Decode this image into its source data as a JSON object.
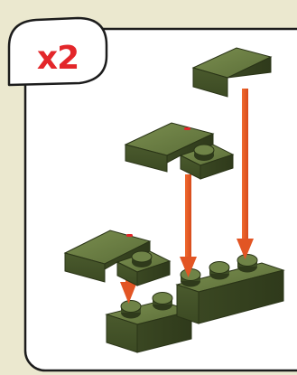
{
  "callout": {
    "multiplier_label": "x2"
  },
  "colors": {
    "page_background": "#ebe8cf",
    "panel_fill": "#ffffff",
    "panel_border": "#1c1c1c",
    "badge_text": "#e3262a",
    "brick_green": "#4e5f31",
    "brick_green_light": "#6f8347",
    "brick_green_dark": "#34401f",
    "arrow_orange": "#ea5a26",
    "mark_red": "#e3262a"
  },
  "icons": {
    "badge": "multiplier-badge",
    "arrow": "assembly-arrow",
    "tile": "slope-tile-icon"
  }
}
